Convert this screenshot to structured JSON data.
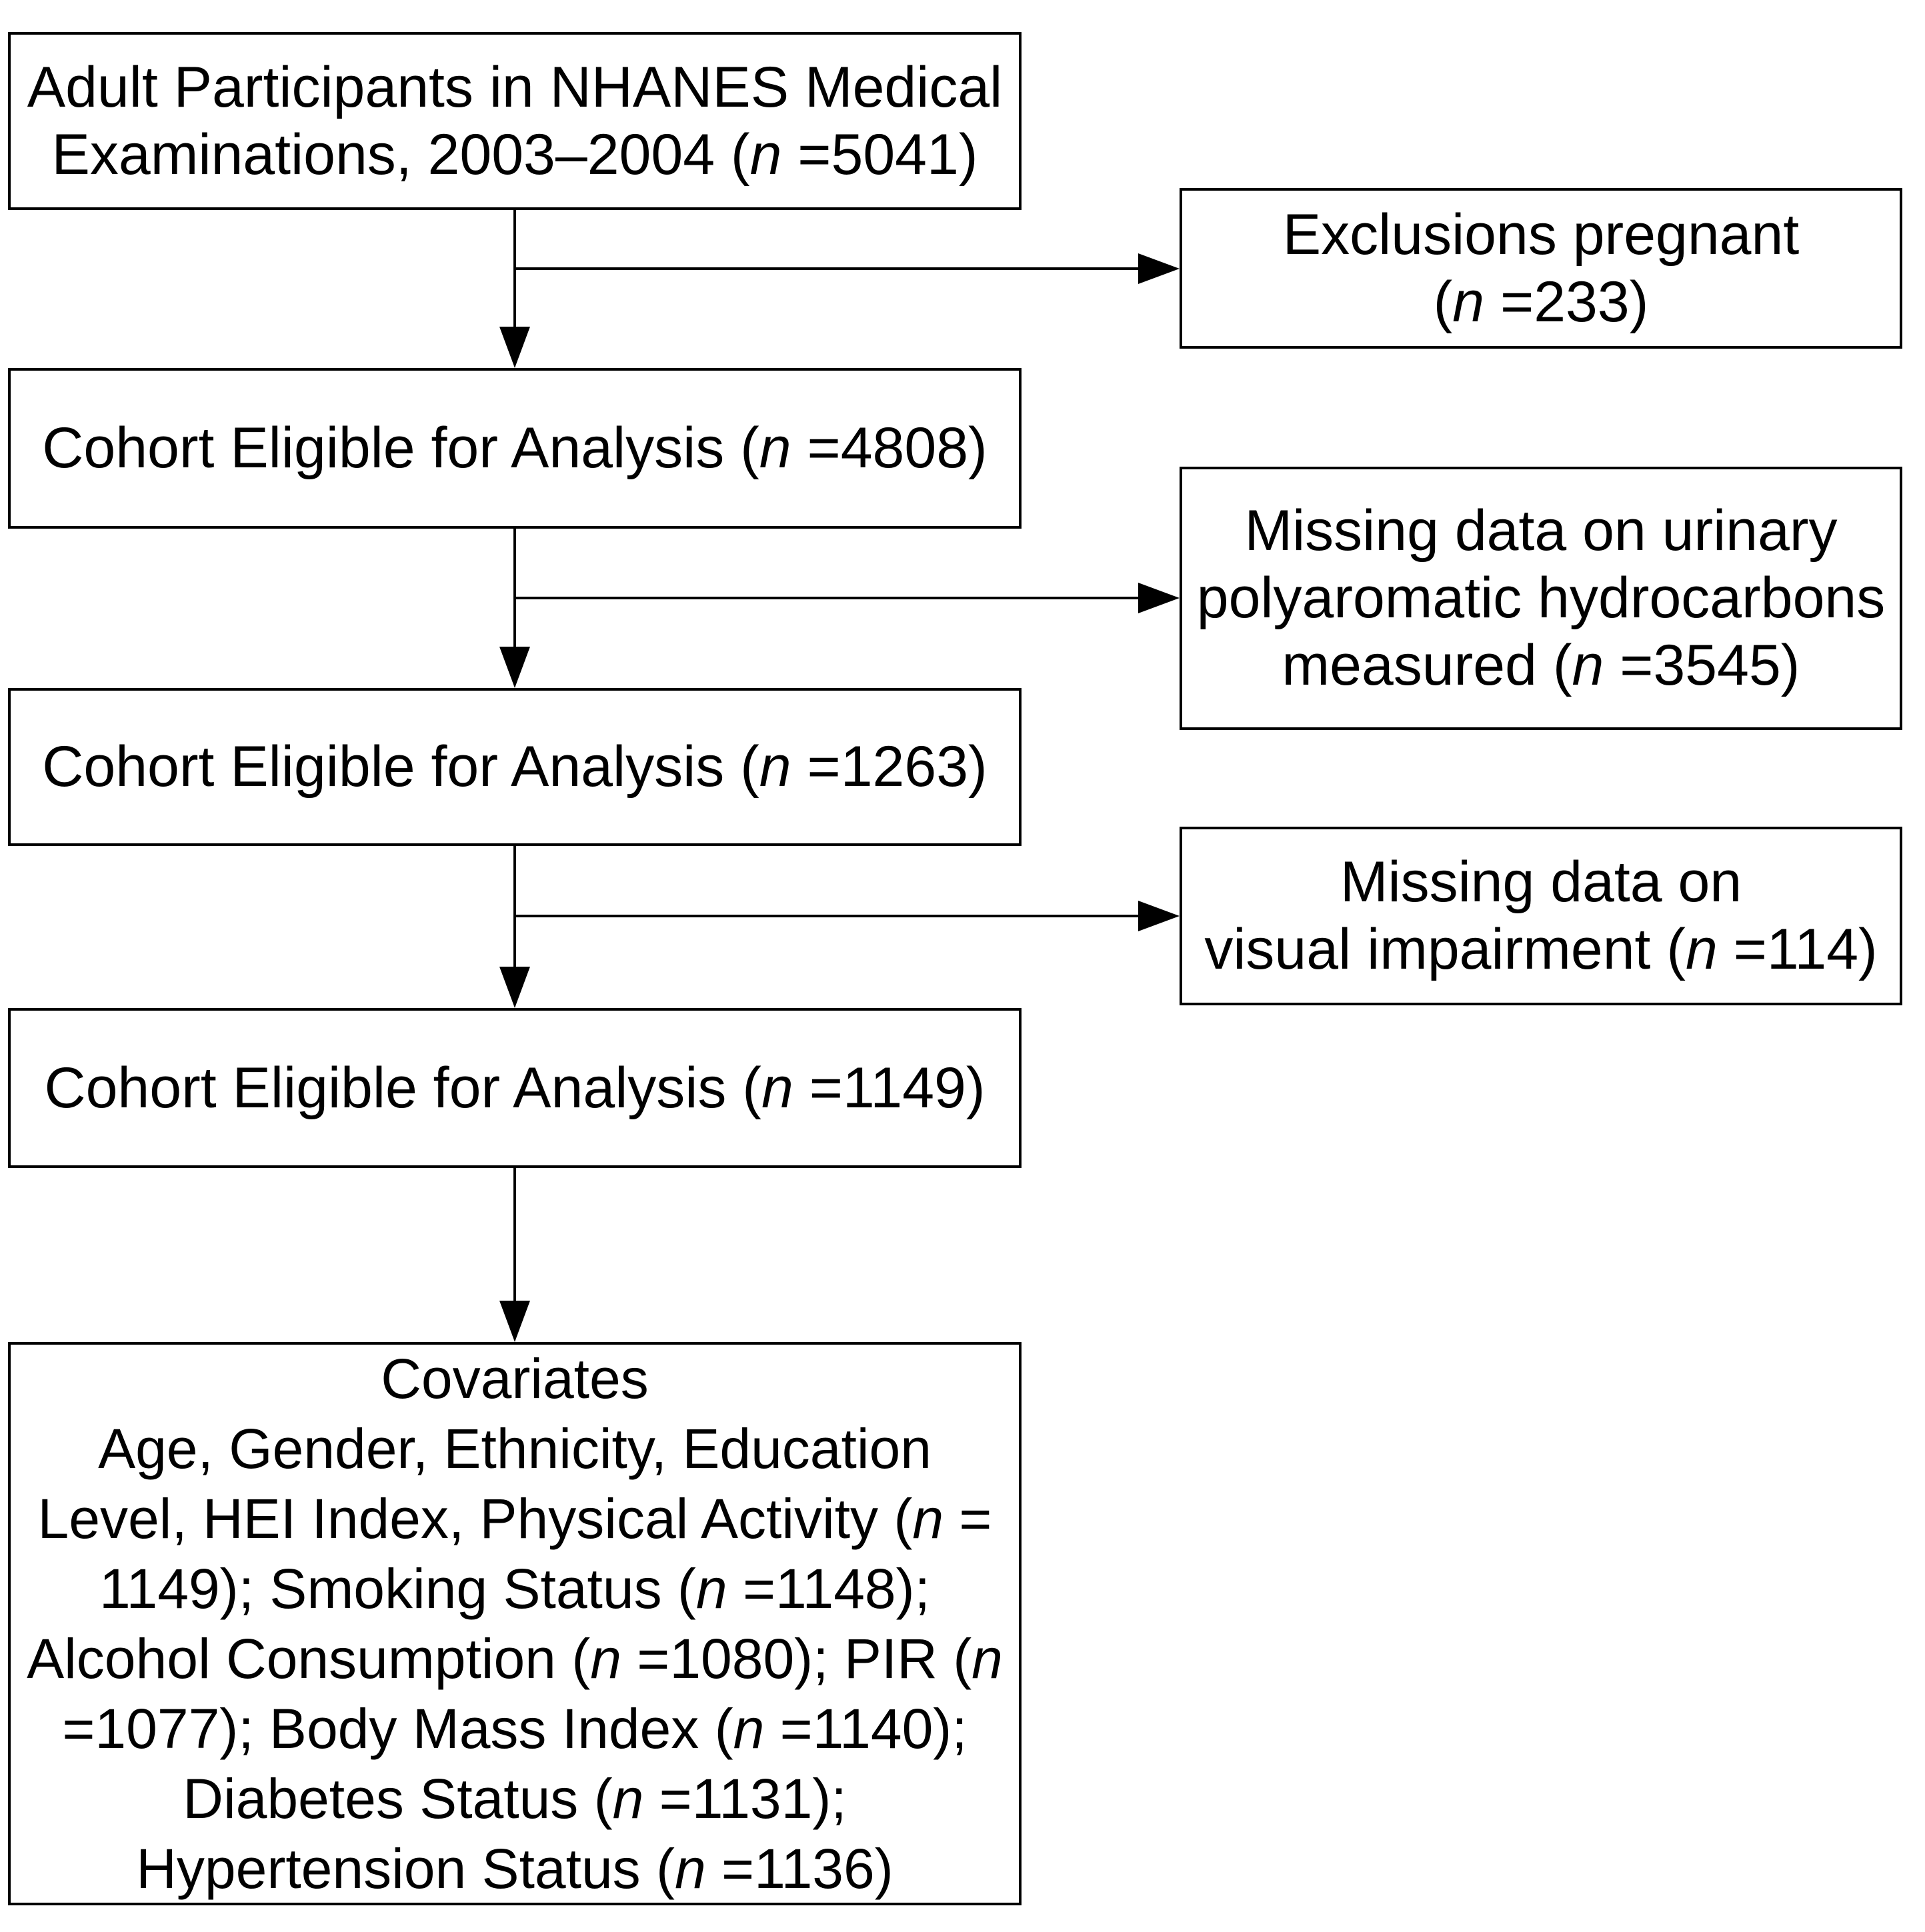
{
  "colors": {
    "background": "#ffffff",
    "box_border": "#000000",
    "text": "#000000",
    "arrow": "#000000"
  },
  "flowchart": {
    "boxes": {
      "participants": {
        "lines": [
          [
            {
              "t": "Adult Participants in NHANES Medical"
            }
          ],
          [
            {
              "t": "Examinations, 2003–2004 ("
            },
            {
              "t": "n",
              "i": true
            },
            {
              "t": " =5041)"
            }
          ]
        ]
      },
      "cohort_4808": {
        "lines": [
          [
            {
              "t": "Cohort Eligible for Analysis ("
            },
            {
              "t": "n",
              "i": true
            },
            {
              "t": " =4808)"
            }
          ]
        ]
      },
      "cohort_1263": {
        "lines": [
          [
            {
              "t": "Cohort Eligible for Analysis ("
            },
            {
              "t": "n",
              "i": true
            },
            {
              "t": " =1263)"
            }
          ]
        ]
      },
      "cohort_1149": {
        "lines": [
          [
            {
              "t": "Cohort Eligible for Analysis ("
            },
            {
              "t": "n",
              "i": true
            },
            {
              "t": " =1149)"
            }
          ]
        ]
      },
      "covariates": {
        "lines": [
          [
            {
              "t": "Covariates"
            }
          ],
          [
            {
              "t": "Age, Gender, Ethnicity, Education"
            }
          ],
          [
            {
              "t": "Level, HEI Index, Physical Activity ("
            },
            {
              "t": "n",
              "i": true
            },
            {
              "t": " ="
            }
          ],
          [
            {
              "t": "1149); Smoking Status ("
            },
            {
              "t": "n",
              "i": true
            },
            {
              "t": " =1148);"
            }
          ],
          [
            {
              "t": "Alcohol Consumption ("
            },
            {
              "t": "n",
              "i": true
            },
            {
              "t": " =1080); PIR ("
            },
            {
              "t": "n",
              "i": true
            }
          ],
          [
            {
              "t": "=1077); Body Mass Index ("
            },
            {
              "t": "n",
              "i": true
            },
            {
              "t": " =1140);"
            }
          ],
          [
            {
              "t": "Diabetes Status ("
            },
            {
              "t": "n",
              "i": true
            },
            {
              "t": " =1131);"
            }
          ],
          [
            {
              "t": "Hypertension Status ("
            },
            {
              "t": "n",
              "i": true
            },
            {
              "t": " =1136)"
            }
          ]
        ]
      },
      "exclusions_pregnant": {
        "lines": [
          [
            {
              "t": "Exclusions pregnant"
            }
          ],
          [
            {
              "t": "("
            },
            {
              "t": "n",
              "i": true
            },
            {
              "t": " =233)"
            }
          ]
        ]
      },
      "missing_urinary": {
        "lines": [
          [
            {
              "t": "Missing data on urinary"
            }
          ],
          [
            {
              "t": "polyaromatic hydrocarbons"
            }
          ],
          [
            {
              "t": "measured ("
            },
            {
              "t": "n",
              "i": true
            },
            {
              "t": " =3545)"
            }
          ]
        ]
      },
      "missing_visual": {
        "lines": [
          [
            {
              "t": "Missing data on"
            }
          ],
          [
            {
              "t": "visual impairment ("
            },
            {
              "t": "n",
              "i": true
            },
            {
              "t": " =114)"
            }
          ]
        ]
      }
    }
  }
}
